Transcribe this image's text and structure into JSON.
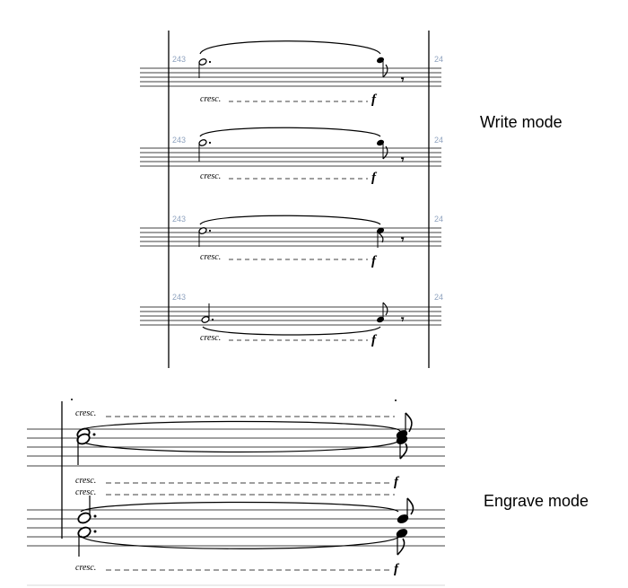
{
  "labels": {
    "write_mode": "Write mode",
    "engrave_mode": "Engrave mode"
  },
  "write_systems": [
    {
      "bar_number": "243",
      "next_bar_number": "24",
      "cresc": "cresc.",
      "dynamic": "f"
    },
    {
      "bar_number": "243",
      "next_bar_number": "24",
      "cresc": "cresc.",
      "dynamic": "f"
    },
    {
      "bar_number": "243",
      "next_bar_number": "24",
      "cresc": "cresc.",
      "dynamic": "f"
    },
    {
      "bar_number": "243",
      "next_bar_number": "24",
      "cresc": "cresc.",
      "dynamic": "f"
    }
  ],
  "engrave": {
    "cresc_labels": [
      "cresc.",
      "cresc.",
      "cresc.",
      "cresc."
    ],
    "dynamics": [
      "f",
      "f"
    ]
  }
}
